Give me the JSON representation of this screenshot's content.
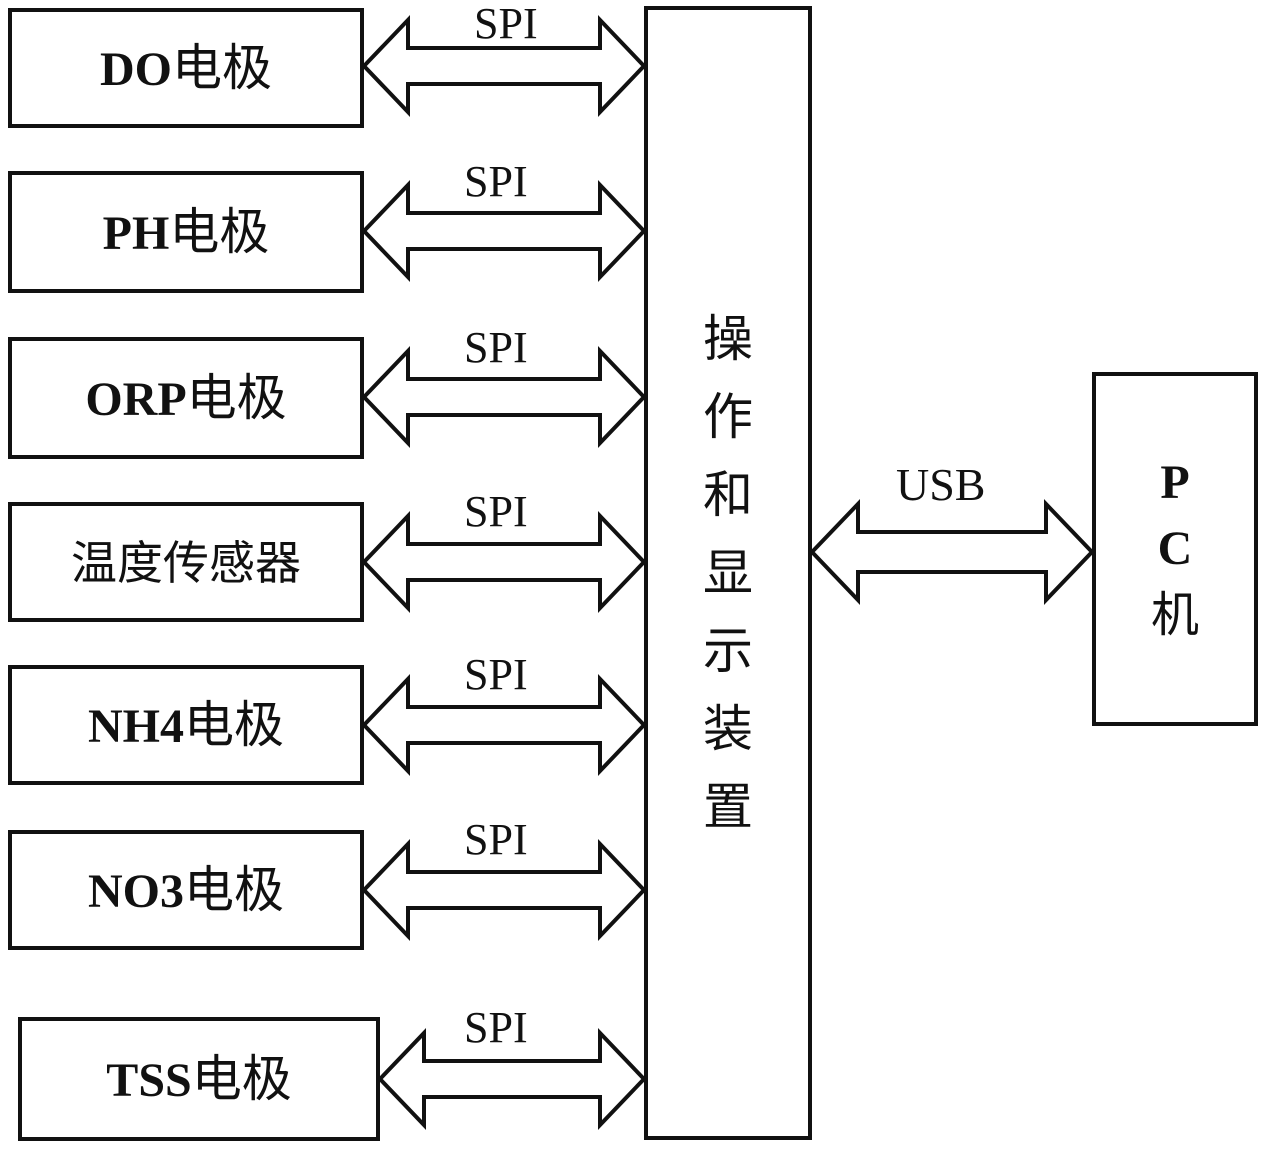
{
  "sensors": [
    {
      "latin": "DO",
      "cjk": "电极",
      "bus": "SPI"
    },
    {
      "latin": "PH",
      "cjk": "电极",
      "bus": "SPI"
    },
    {
      "latin": "ORP",
      "cjk": "电极",
      "bus": "SPI"
    },
    {
      "latin": "",
      "cjk": "温度传感器",
      "bus": "SPI"
    },
    {
      "latin": "NH4",
      "cjk": "电极",
      "bus": "SPI"
    },
    {
      "latin": "NO3",
      "cjk": "电极",
      "bus": "SPI"
    },
    {
      "latin": "TSS",
      "cjk": "电极",
      "bus": "SPI"
    }
  ],
  "device": {
    "chars": [
      "操",
      "作",
      "和",
      "显",
      "示",
      "装",
      "置"
    ]
  },
  "usb_link": {
    "label": "USB"
  },
  "pc": {
    "line1": "P",
    "line2": "C",
    "line3": "机"
  },
  "colors": {
    "line": "#111111",
    "background": "#ffffff"
  }
}
